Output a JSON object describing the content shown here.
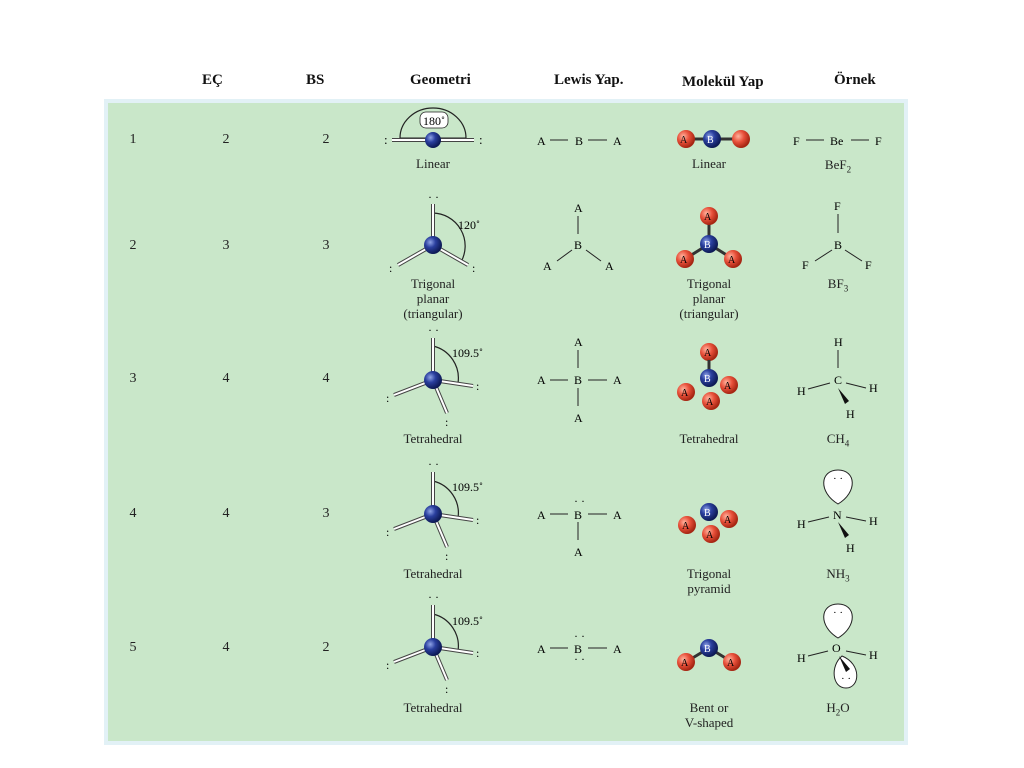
{
  "headers": {
    "ec": "EÇ",
    "bs": "BS",
    "geometri": "Geometri",
    "lewis": "Lewis Yap.",
    "molekul": "Molekül Yap",
    "ornek": "Örnek"
  },
  "rows": [
    {
      "no": "1",
      "ec": "2",
      "bs": "2",
      "angle": "180˚",
      "geometry": "Linear",
      "shape": "Linear",
      "example": "BeF2"
    },
    {
      "no": "2",
      "ec": "3",
      "bs": "3",
      "angle": "120˚",
      "geometry": "Trigonal\nplanar\n(triangular)",
      "shape": "Trigonal\nplanar\n(triangular)",
      "example": "BF3"
    },
    {
      "no": "3",
      "ec": "4",
      "bs": "4",
      "angle": "109.5˚",
      "geometry": "Tetrahedral",
      "shape": "Tetrahedral",
      "example": "CH4"
    },
    {
      "no": "4",
      "ec": "4",
      "bs": "3",
      "angle": "109.5˚",
      "geometry": "Tetrahedral",
      "shape": "Trigonal\npyramid",
      "example": "NH3"
    },
    {
      "no": "5",
      "ec": "4",
      "bs": "2",
      "angle": "109.5˚",
      "geometry": "Tetrahedral",
      "shape": "Bent or\nV-shaped",
      "example": "H2O"
    }
  ],
  "lewis_atoms": {
    "a": "A",
    "b": "B"
  },
  "example_atoms": {
    "f": "F",
    "be": "Be",
    "b": "B",
    "c": "C",
    "n": "N",
    "o": "O",
    "h": "H"
  },
  "colors": {
    "panel": "#c9e7c9",
    "atom_blue": "#2a3f9e",
    "atom_red": "#e8503a"
  }
}
